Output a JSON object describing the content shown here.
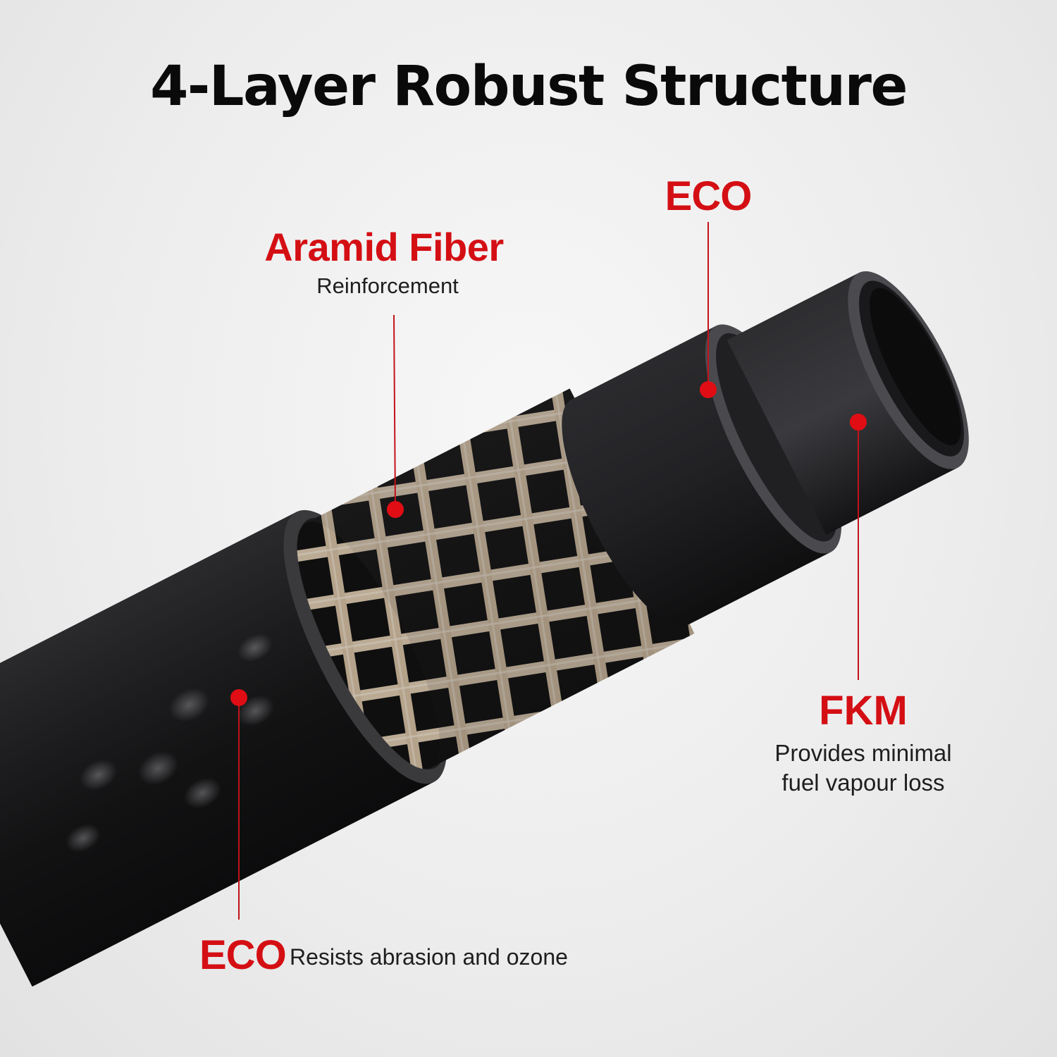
{
  "title": "4-Layer Robust Structure",
  "colors": {
    "accent": "#d40f14",
    "text_dark": "#0a0a0a",
    "hose_black": "#1a1a1c",
    "fiber": "#d9c6ad",
    "background": "#ededed"
  },
  "callouts": {
    "eco_outer": {
      "title": "ECO",
      "description": "Resists abrasion and ozone"
    },
    "aramid": {
      "title": "Aramid Fiber",
      "description": "Reinforcement"
    },
    "eco_inner": {
      "title": "ECO"
    },
    "fkm": {
      "title": "FKM",
      "description_line1": "Provides minimal",
      "description_line2": "fuel vapour loss"
    }
  },
  "layers": [
    "ECO outer cover",
    "Aramid fiber braid",
    "ECO middle layer",
    "FKM inner tube"
  ]
}
